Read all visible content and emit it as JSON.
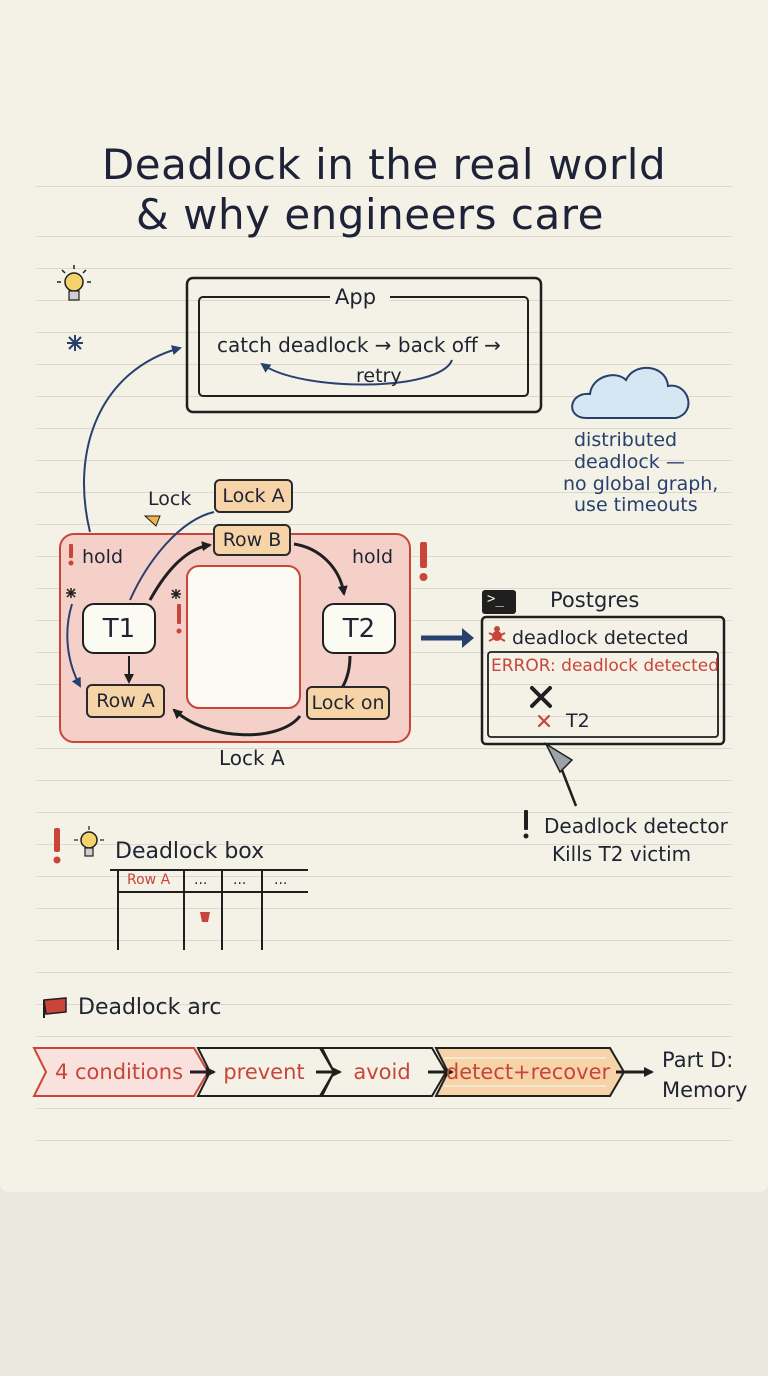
{
  "title": {
    "line1": "Deadlock in the real world",
    "line2": "& why engineers care"
  },
  "app_box": {
    "label": "App",
    "flow_text": "catch deadlock → back off →",
    "retry_text": "retry"
  },
  "cloud_note": {
    "lines": [
      "distributed",
      "deadlock —",
      "no global graph,",
      "use timeouts"
    ]
  },
  "cycle": {
    "lock_label": "Lock",
    "chip_lock_a_top": "Lock A",
    "chip_row_b": "Row B",
    "hold_left": "hold",
    "hold_right": "hold",
    "t1": "T1",
    "t2": "T2",
    "chip_row_a": "Row A",
    "chip_lock_on": "Lock on",
    "lock_a_bottom": "Lock A"
  },
  "postgres": {
    "title": "Postgres",
    "terminal_icon": ">_",
    "detected_line": "deadlock detected",
    "error_line": "ERROR: deadlock detected",
    "victim": "T2",
    "callout_line1": "Deadlock detector",
    "callout_line2": "Kills T2 victim"
  },
  "deadlock_box": {
    "label": "Deadlock box",
    "headers": [
      "Row A",
      "...",
      "...",
      "..."
    ]
  },
  "arc": {
    "label": "Deadlock arc",
    "stages": [
      "4 conditions",
      "prevent",
      "avoid",
      "detect+recover"
    ],
    "final_line1": "Part D:",
    "final_line2": "Memory"
  },
  "colors": {
    "ink": "#1f2433",
    "blue_ink": "#27406e",
    "red": "#c9453a",
    "red_fill": "#f4d0c8",
    "orange_fill": "#f7d3a8",
    "paper": "#f4f2e6"
  },
  "icons": [
    "lightbulb-icon",
    "asterisk-icon",
    "cloud-icon",
    "exclamation-icon",
    "terminal-icon",
    "bug-icon",
    "close-icon",
    "pushpin-icon",
    "flag-icon"
  ]
}
